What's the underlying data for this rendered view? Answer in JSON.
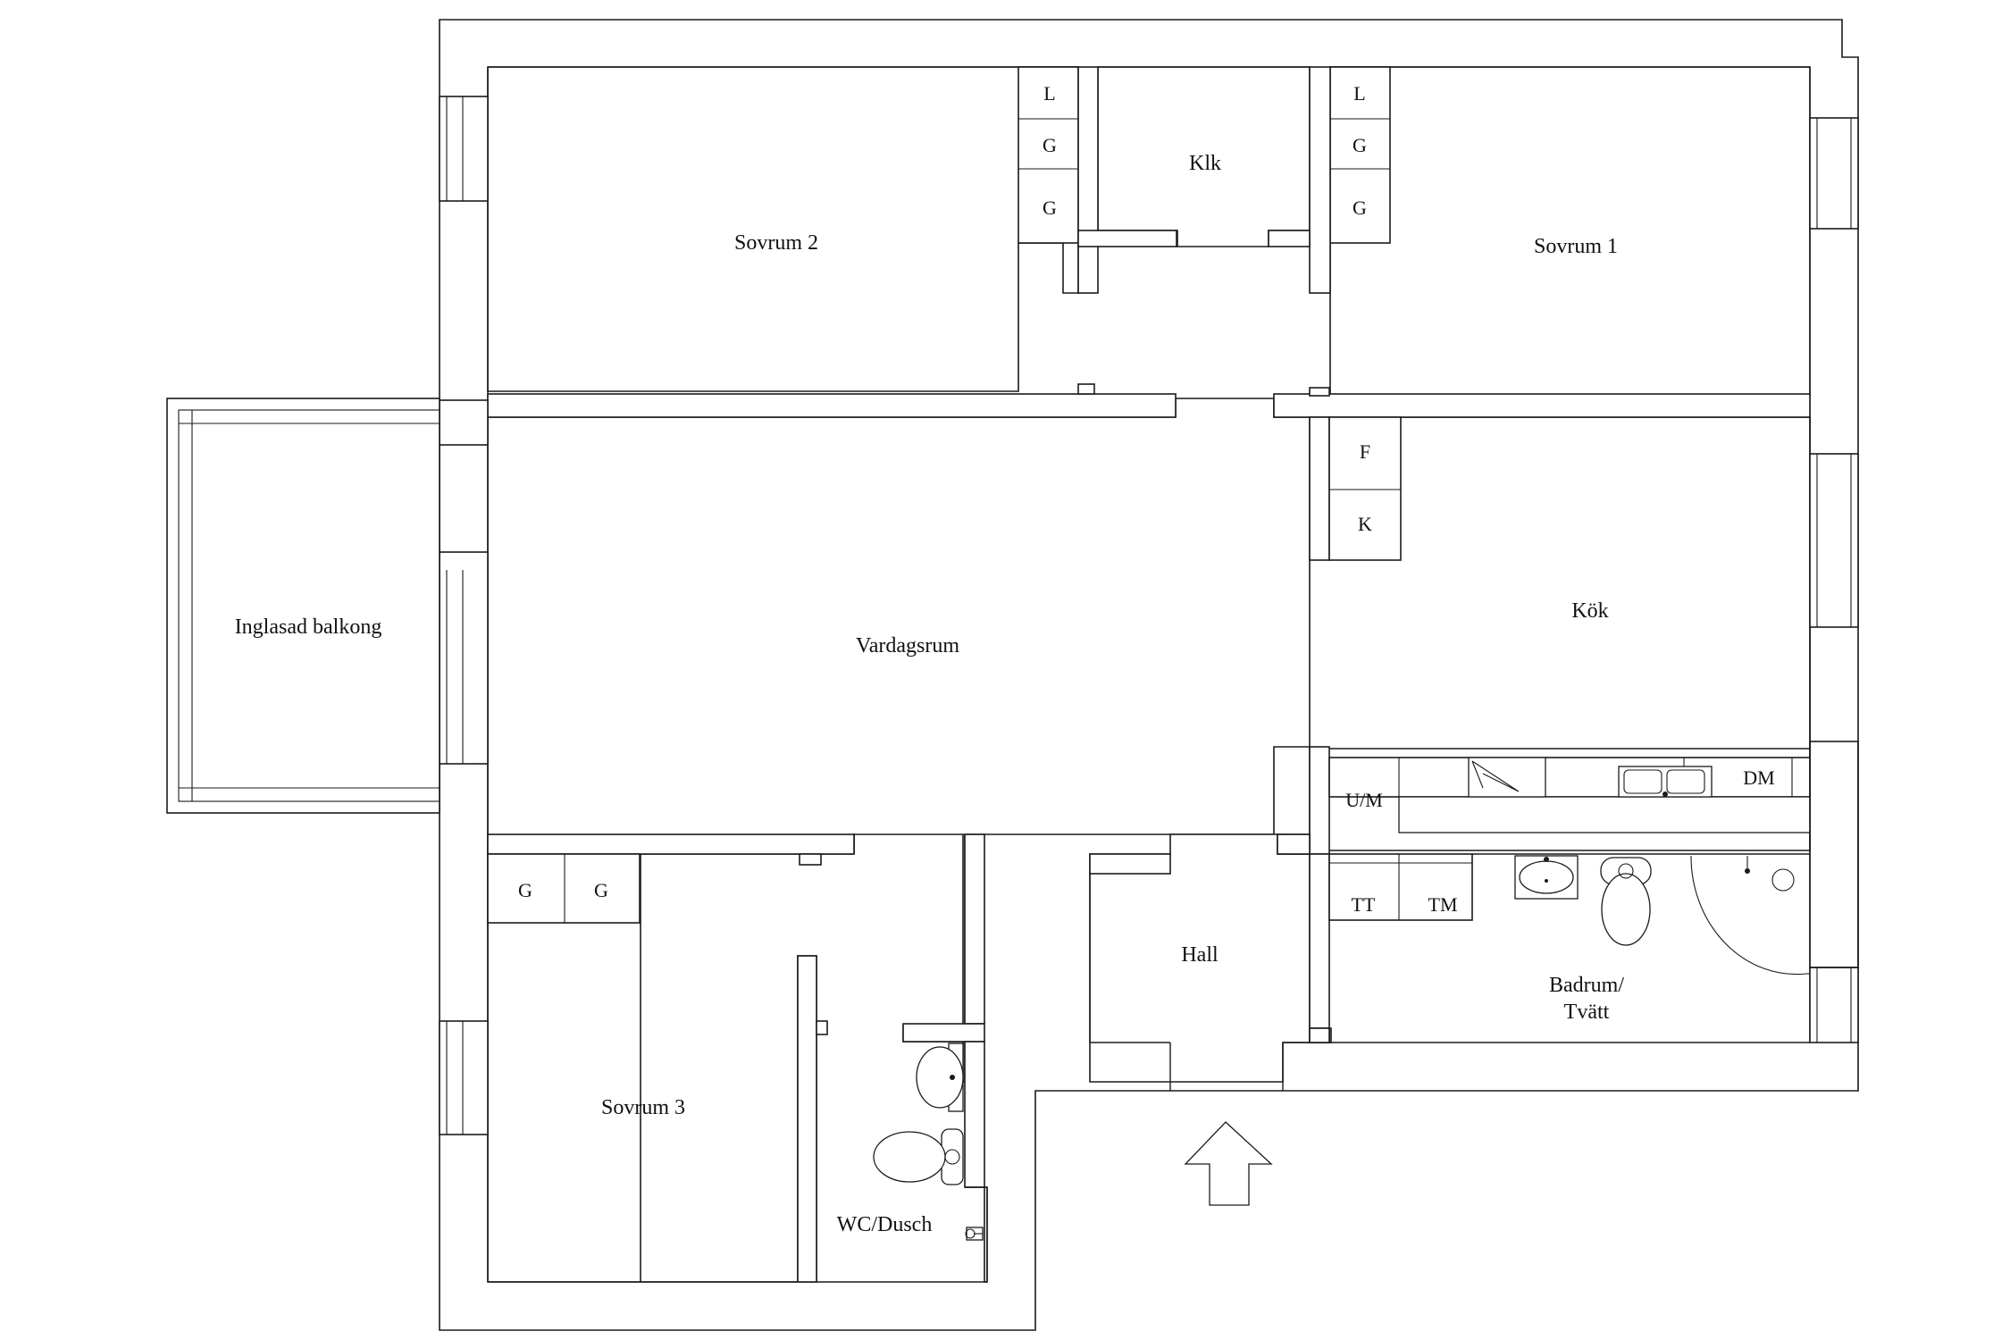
{
  "rooms": {
    "sovrum2": "Sovrum 2",
    "klk": "Klk",
    "sovrum1": "Sovrum 1",
    "balkong": "Inglasad balkong",
    "vardagsrum": "Vardagsrum",
    "kok": "Kök",
    "hall": "Hall",
    "badrum_line1": "Badrum/",
    "badrum_line2": "Tvätt",
    "sovrum3": "Sovrum 3",
    "wc": "WC/Dusch"
  },
  "closets": {
    "s2_top": "L",
    "s2_mid": "G",
    "s2_bot": "G",
    "s1_top": "L",
    "s1_mid": "G",
    "s1_bot": "G",
    "kok_f": "F",
    "kok_k": "K",
    "s3_left": "G",
    "s3_right": "G"
  },
  "appliances": {
    "um": "U/M",
    "dm": "DM",
    "tt": "TT",
    "tm": "TM"
  },
  "entrance_icon": "entrance-arrow-icon"
}
